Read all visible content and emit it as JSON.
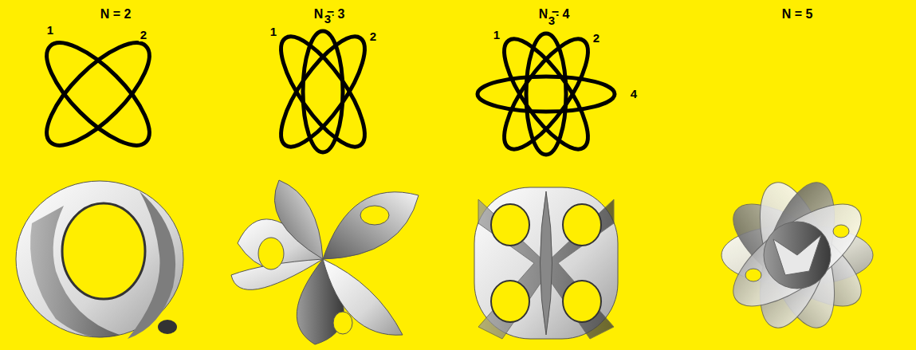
{
  "diagram": {
    "labels": [
      "N = 2",
      "1",
      "2",
      "N = 3",
      "1",
      "3",
      "2",
      "N = 4",
      "1",
      "3",
      "2",
      "4",
      "N = 5"
    ]
  }
}
